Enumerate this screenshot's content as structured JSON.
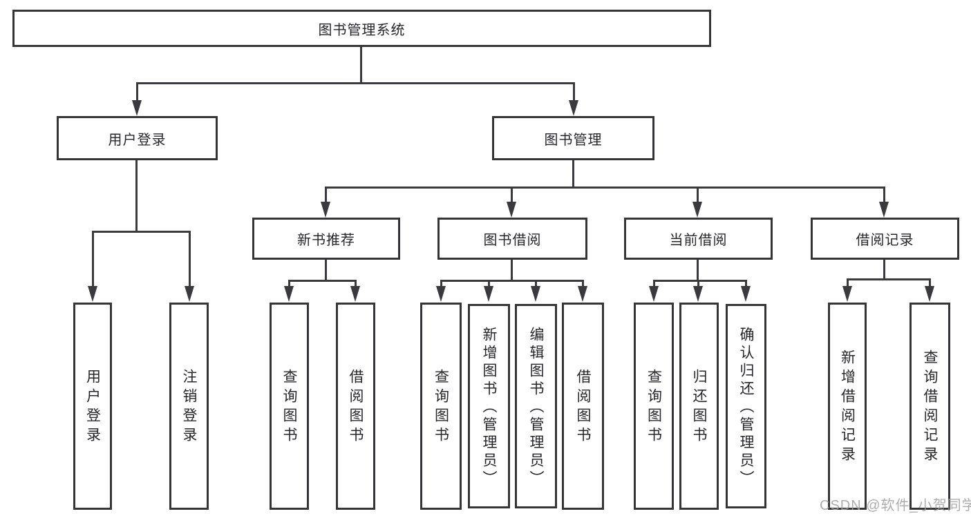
{
  "diagram": {
    "type": "hierarchy-tree",
    "orientation": "top-down",
    "colors": {
      "line": "#3a3a3e",
      "box_border": "#353538",
      "box_fill": "#ffffff",
      "text": "#26262b",
      "background": "#ffffff",
      "watermark": "#9e9e9e"
    }
  },
  "tree": {
    "root": {
      "label": "图书管理系统",
      "children": [
        {
          "label": "用户登录",
          "children": [
            {
              "label": "用户登录"
            },
            {
              "label": "注销登录"
            }
          ]
        },
        {
          "label": "图书管理",
          "children": [
            {
              "label": "新书推荐",
              "children": [
                {
                  "label": "查询图书"
                },
                {
                  "label": "借阅图书"
                }
              ]
            },
            {
              "label": "图书借阅",
              "children": [
                {
                  "label": "查询图书"
                },
                {
                  "label": "新增图书（管理员）"
                },
                {
                  "label": "编辑图书（管理员）"
                },
                {
                  "label": "借阅图书"
                }
              ]
            },
            {
              "label": "当前借阅",
              "children": [
                {
                  "label": "查询图书"
                },
                {
                  "label": "归还图书"
                },
                {
                  "label": "确认归还（管理员）"
                }
              ]
            },
            {
              "label": "借阅记录",
              "children": [
                {
                  "label": "新增借阅记录"
                },
                {
                  "label": "查询借阅记录"
                }
              ]
            }
          ]
        }
      ]
    }
  },
  "watermark": {
    "text": "CSDN @软件_小贺同学"
  }
}
